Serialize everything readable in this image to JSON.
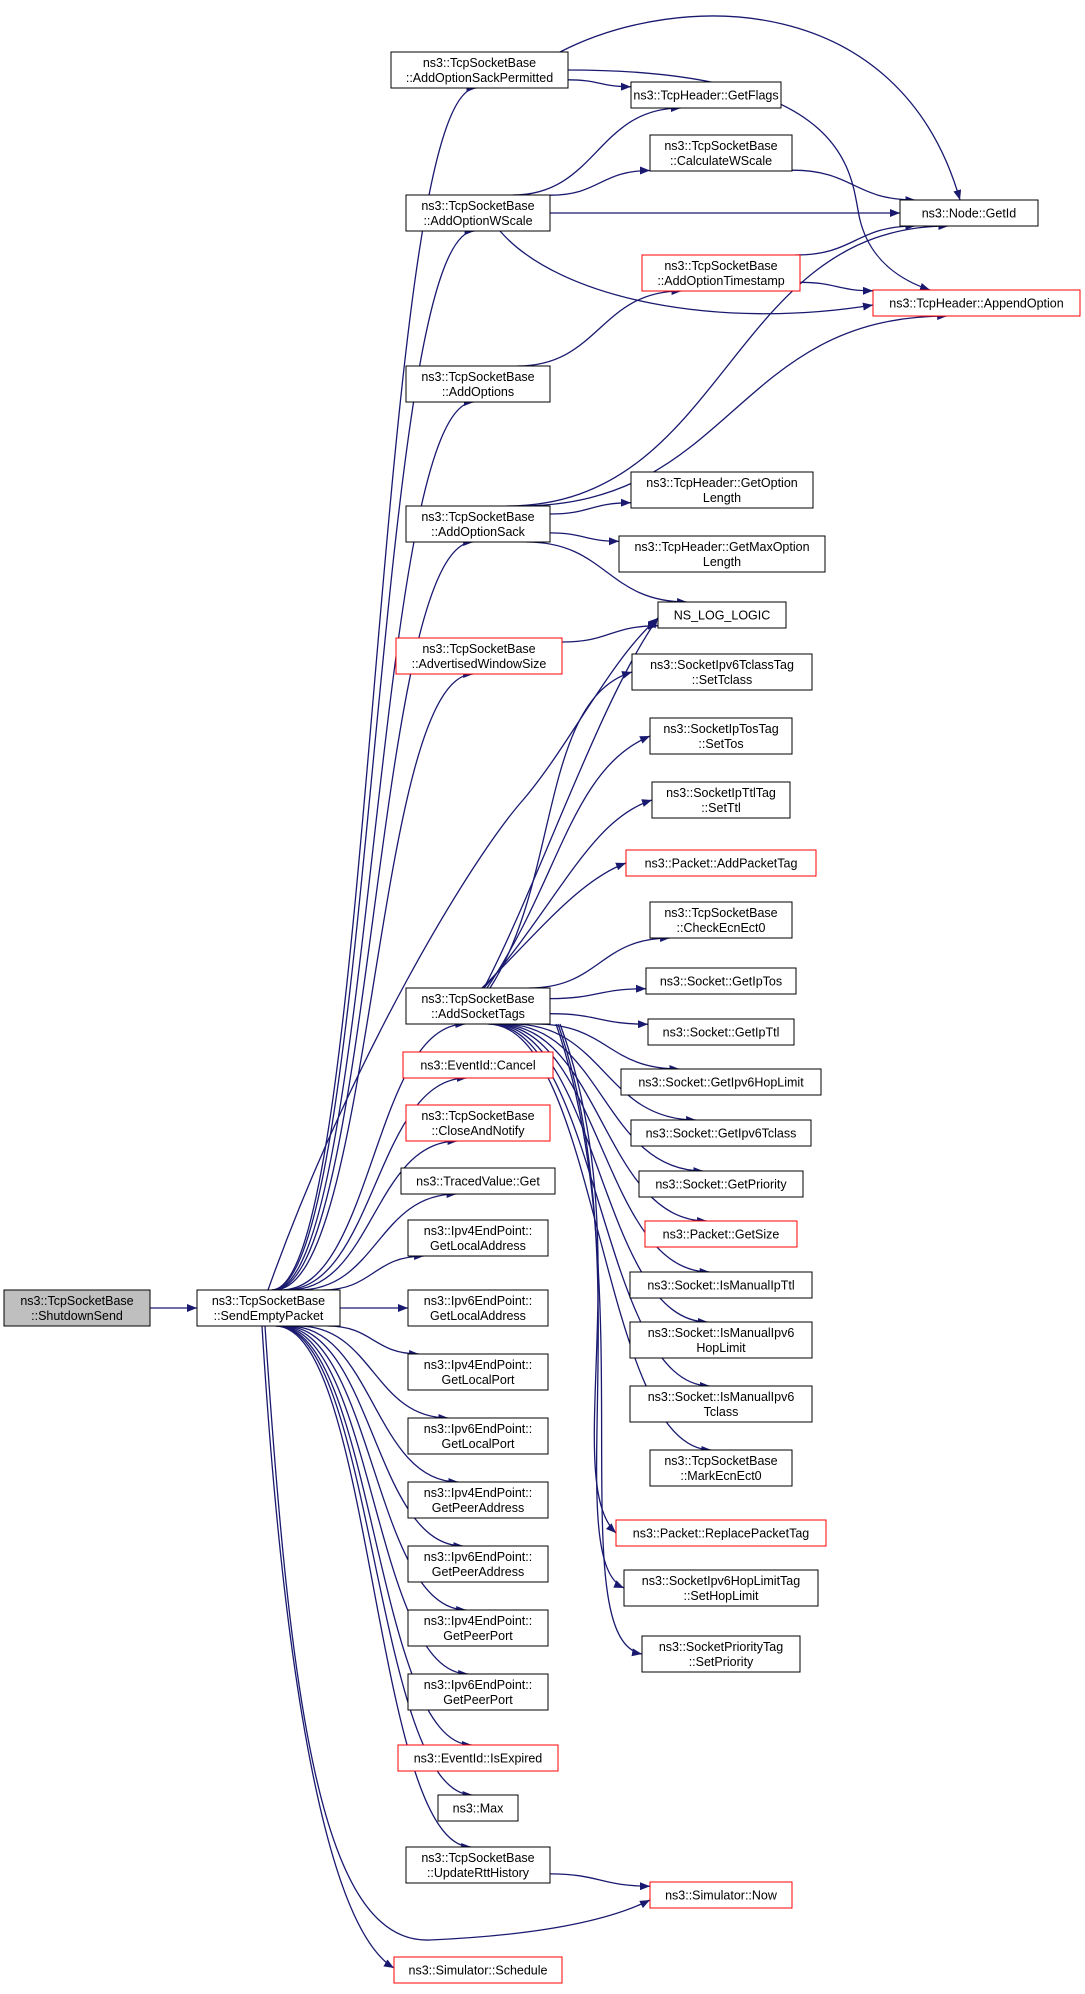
{
  "nodes": [
    {
      "id": "shutdown",
      "lines": [
        "ns3::TcpSocketBase",
        "::ShutdownSend"
      ],
      "style": "grey"
    },
    {
      "id": "sendempty",
      "lines": [
        "ns3::TcpSocketBase",
        "::SendEmptyPacket"
      ],
      "style": "normal"
    },
    {
      "id": "sackperm",
      "lines": [
        "ns3::TcpSocketBase",
        "::AddOptionSackPermitted"
      ],
      "style": "normal"
    },
    {
      "id": "wscale",
      "lines": [
        "ns3::TcpSocketBase",
        "::AddOptionWScale"
      ],
      "style": "normal"
    },
    {
      "id": "addoptions",
      "lines": [
        "ns3::TcpSocketBase",
        "::AddOptions"
      ],
      "style": "normal"
    },
    {
      "id": "optsack",
      "lines": [
        "ns3::TcpSocketBase",
        "::AddOptionSack"
      ],
      "style": "normal"
    },
    {
      "id": "advwin",
      "lines": [
        "ns3::TcpSocketBase",
        "::AdvertisedWindowSize"
      ],
      "style": "red"
    },
    {
      "id": "socktags",
      "lines": [
        "ns3::TcpSocketBase",
        "::AddSocketTags"
      ],
      "style": "normal"
    },
    {
      "id": "evcancel",
      "lines": [
        "ns3::EventId::Cancel"
      ],
      "style": "red"
    },
    {
      "id": "closenotify",
      "lines": [
        "ns3::TcpSocketBase",
        "::CloseAndNotify"
      ],
      "style": "red"
    },
    {
      "id": "tracedget",
      "lines": [
        "ns3::TracedValue::Get"
      ],
      "style": "normal"
    },
    {
      "id": "ip4locaddr",
      "lines": [
        "ns3::Ipv4EndPoint::",
        "GetLocalAddress"
      ],
      "style": "normal"
    },
    {
      "id": "ip6locaddr",
      "lines": [
        "ns3::Ipv6EndPoint::",
        "GetLocalAddress"
      ],
      "style": "normal"
    },
    {
      "id": "ip4locport",
      "lines": [
        "ns3::Ipv4EndPoint::",
        "GetLocalPort"
      ],
      "style": "normal"
    },
    {
      "id": "ip6locport",
      "lines": [
        "ns3::Ipv6EndPoint::",
        "GetLocalPort"
      ],
      "style": "normal"
    },
    {
      "id": "ip4peeraddr",
      "lines": [
        "ns3::Ipv4EndPoint::",
        "GetPeerAddress"
      ],
      "style": "normal"
    },
    {
      "id": "ip6peeraddr",
      "lines": [
        "ns3::Ipv6EndPoint::",
        "GetPeerAddress"
      ],
      "style": "normal"
    },
    {
      "id": "ip4peerport",
      "lines": [
        "ns3::Ipv4EndPoint::",
        "GetPeerPort"
      ],
      "style": "normal"
    },
    {
      "id": "ip6peerport",
      "lines": [
        "ns3::Ipv6EndPoint::",
        "GetPeerPort"
      ],
      "style": "normal"
    },
    {
      "id": "isexpired",
      "lines": [
        "ns3::EventId::IsExpired"
      ],
      "style": "red"
    },
    {
      "id": "max",
      "lines": [
        "ns3::Max"
      ],
      "style": "normal"
    },
    {
      "id": "rtthist",
      "lines": [
        "ns3::TcpSocketBase",
        "::UpdateRttHistory"
      ],
      "style": "normal"
    },
    {
      "id": "schedule",
      "lines": [
        "ns3::Simulator::Schedule"
      ],
      "style": "red"
    },
    {
      "id": "getflags",
      "lines": [
        "ns3::TcpHeader::GetFlags"
      ],
      "style": "normal"
    },
    {
      "id": "calcwscale",
      "lines": [
        "ns3::TcpSocketBase",
        "::CalculateWScale"
      ],
      "style": "normal"
    },
    {
      "id": "opttimestamp",
      "lines": [
        "ns3::TcpSocketBase",
        "::AddOptionTimestamp"
      ],
      "style": "red"
    },
    {
      "id": "getoptlen",
      "lines": [
        "ns3::TcpHeader::GetOption",
        "Length"
      ],
      "style": "normal"
    },
    {
      "id": "getmaxoptlen",
      "lines": [
        "ns3::TcpHeader::GetMaxOption",
        "Length"
      ],
      "style": "normal"
    },
    {
      "id": "nslog",
      "lines": [
        "NS_LOG_LOGIC"
      ],
      "style": "normal"
    },
    {
      "id": "tclasstag",
      "lines": [
        "ns3::SocketIpv6TclassTag",
        "::SetTclass"
      ],
      "style": "normal"
    },
    {
      "id": "tostag",
      "lines": [
        "ns3::SocketIpTosTag",
        "::SetTos"
      ],
      "style": "normal"
    },
    {
      "id": "ttltag",
      "lines": [
        "ns3::SocketIpTtlTag",
        "::SetTtl"
      ],
      "style": "normal"
    },
    {
      "id": "addpkttag",
      "lines": [
        "ns3::Packet::AddPacketTag"
      ],
      "style": "red"
    },
    {
      "id": "checkecn",
      "lines": [
        "ns3::TcpSocketBase",
        "::CheckEcnEct0"
      ],
      "style": "normal"
    },
    {
      "id": "getiptos",
      "lines": [
        "ns3::Socket::GetIpTos"
      ],
      "style": "normal"
    },
    {
      "id": "getipttl",
      "lines": [
        "ns3::Socket::GetIpTtl"
      ],
      "style": "normal"
    },
    {
      "id": "gethoplimit",
      "lines": [
        "ns3::Socket::GetIpv6HopLimit"
      ],
      "style": "normal"
    },
    {
      "id": "gettclass",
      "lines": [
        "ns3::Socket::GetIpv6Tclass"
      ],
      "style": "normal"
    },
    {
      "id": "getpriority",
      "lines": [
        "ns3::Socket::GetPriority"
      ],
      "style": "normal"
    },
    {
      "id": "getsize",
      "lines": [
        "ns3::Packet::GetSize"
      ],
      "style": "red"
    },
    {
      "id": "ismanttl",
      "lines": [
        "ns3::Socket::IsManualIpTtl"
      ],
      "style": "normal"
    },
    {
      "id": "ismanhop",
      "lines": [
        "ns3::Socket::IsManualIpv6",
        "HopLimit"
      ],
      "style": "normal"
    },
    {
      "id": "ismantclass",
      "lines": [
        "ns3::Socket::IsManualIpv6",
        "Tclass"
      ],
      "style": "normal"
    },
    {
      "id": "markecn",
      "lines": [
        "ns3::TcpSocketBase",
        "::MarkEcnEct0"
      ],
      "style": "normal"
    },
    {
      "id": "replacetag",
      "lines": [
        "ns3::Packet::ReplacePacketTag"
      ],
      "style": "red"
    },
    {
      "id": "hoplimittag",
      "lines": [
        "ns3::SocketIpv6HopLimitTag",
        "::SetHopLimit"
      ],
      "style": "normal"
    },
    {
      "id": "prioritytag",
      "lines": [
        "ns3::SocketPriorityTag",
        "::SetPriority"
      ],
      "style": "normal"
    },
    {
      "id": "getid",
      "lines": [
        "ns3::Node::GetId"
      ],
      "style": "normal"
    },
    {
      "id": "appendopt",
      "lines": [
        "ns3::TcpHeader::AppendOption"
      ],
      "style": "red"
    },
    {
      "id": "now",
      "lines": [
        "ns3::Simulator::Now"
      ],
      "style": "red"
    }
  ],
  "edges": [
    [
      "shutdown",
      "sendempty"
    ],
    [
      "sendempty",
      "sackperm"
    ],
    [
      "sendempty",
      "wscale"
    ],
    [
      "sendempty",
      "addoptions"
    ],
    [
      "sendempty",
      "optsack"
    ],
    [
      "sendempty",
      "advwin"
    ],
    [
      "sendempty",
      "socktags"
    ],
    [
      "sendempty",
      "evcancel"
    ],
    [
      "sendempty",
      "closenotify"
    ],
    [
      "sendempty",
      "tracedget"
    ],
    [
      "sendempty",
      "ip4locaddr"
    ],
    [
      "sendempty",
      "ip6locaddr"
    ],
    [
      "sendempty",
      "ip4locport"
    ],
    [
      "sendempty",
      "ip6locport"
    ],
    [
      "sendempty",
      "ip4peeraddr"
    ],
    [
      "sendempty",
      "ip6peeraddr"
    ],
    [
      "sendempty",
      "ip4peerport"
    ],
    [
      "sendempty",
      "ip6peerport"
    ],
    [
      "sendempty",
      "isexpired"
    ],
    [
      "sendempty",
      "max"
    ],
    [
      "sendempty",
      "rtthist"
    ],
    [
      "sendempty",
      "schedule"
    ],
    [
      "sendempty",
      "nslog"
    ],
    [
      "sendempty",
      "now"
    ],
    [
      "sackperm",
      "getflags"
    ],
    [
      "sackperm",
      "getid"
    ],
    [
      "sackperm",
      "appendopt"
    ],
    [
      "wscale",
      "getflags"
    ],
    [
      "wscale",
      "calcwscale"
    ],
    [
      "wscale",
      "getid"
    ],
    [
      "wscale",
      "appendopt"
    ],
    [
      "calcwscale",
      "getid"
    ],
    [
      "addoptions",
      "opttimestamp"
    ],
    [
      "opttimestamp",
      "getid"
    ],
    [
      "opttimestamp",
      "appendopt"
    ],
    [
      "optsack",
      "getid"
    ],
    [
      "optsack",
      "appendopt"
    ],
    [
      "optsack",
      "getoptlen"
    ],
    [
      "optsack",
      "getmaxoptlen"
    ],
    [
      "optsack",
      "nslog"
    ],
    [
      "advwin",
      "nslog"
    ],
    [
      "socktags",
      "nslog"
    ],
    [
      "socktags",
      "tclasstag"
    ],
    [
      "socktags",
      "tostag"
    ],
    [
      "socktags",
      "ttltag"
    ],
    [
      "socktags",
      "addpkttag"
    ],
    [
      "socktags",
      "checkecn"
    ],
    [
      "socktags",
      "getiptos"
    ],
    [
      "socktags",
      "getipttl"
    ],
    [
      "socktags",
      "gethoplimit"
    ],
    [
      "socktags",
      "gettclass"
    ],
    [
      "socktags",
      "getpriority"
    ],
    [
      "socktags",
      "getsize"
    ],
    [
      "socktags",
      "ismanttl"
    ],
    [
      "socktags",
      "ismanhop"
    ],
    [
      "socktags",
      "ismantclass"
    ],
    [
      "socktags",
      "markecn"
    ],
    [
      "socktags",
      "replacetag"
    ],
    [
      "socktags",
      "hoplimittag"
    ],
    [
      "socktags",
      "prioritytag"
    ],
    [
      "rtthist",
      "now"
    ]
  ]
}
